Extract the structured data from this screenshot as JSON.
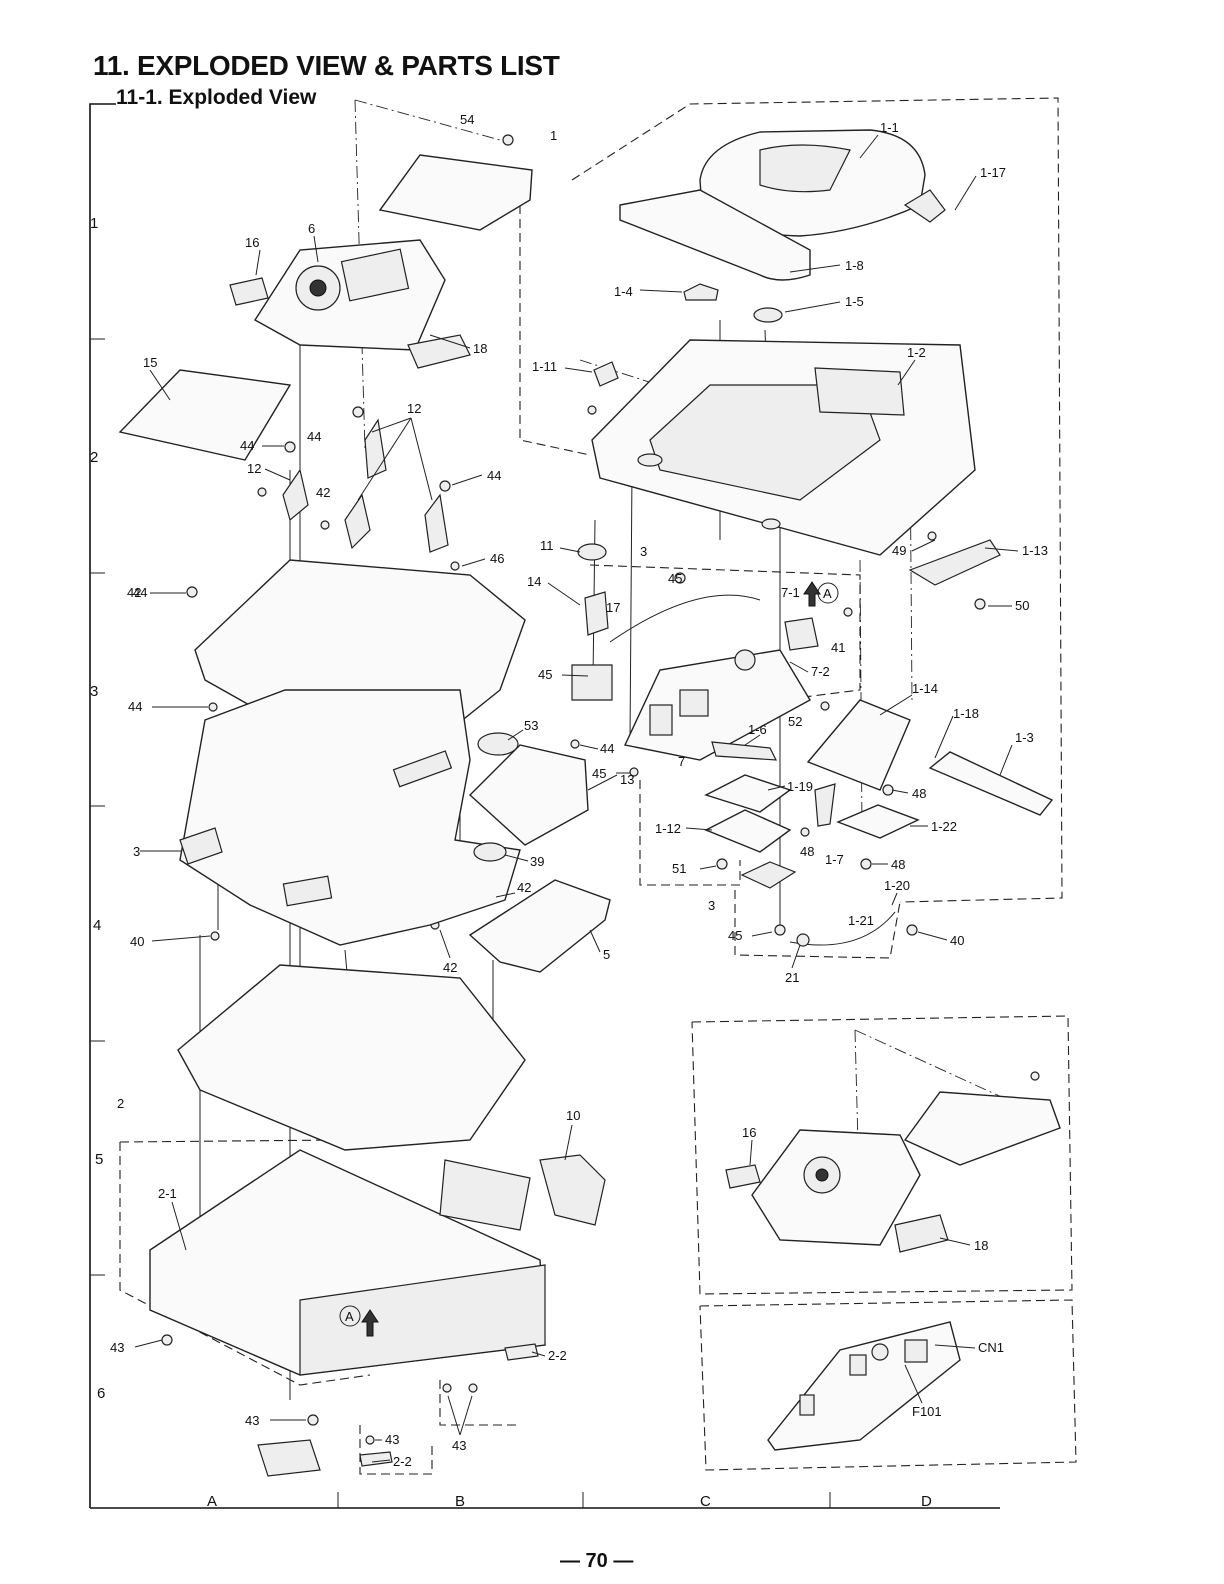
{
  "page": {
    "title": "11. EXPLODED VIEW & PARTS LIST",
    "subtitle": "11-1. Exploded View",
    "page_number": "— 70 —"
  },
  "grid": {
    "rows": [
      "1",
      "2",
      "3",
      "4",
      "5",
      "6"
    ],
    "columns": [
      "A",
      "B",
      "C",
      "D"
    ]
  },
  "callouts": [
    "54",
    "1",
    "1-1",
    "1-17",
    "16",
    "6",
    "1-8",
    "1-4",
    "1-5",
    "18",
    "15",
    "1-11",
    "1-2",
    "12",
    "44",
    "44",
    "44",
    "12",
    "42",
    "44",
    "46",
    "11",
    "3",
    "45",
    "1-13",
    "49",
    "42",
    "14",
    "17",
    "7-1",
    "41",
    "50",
    "45",
    "7-2",
    "1-14",
    "44",
    "53",
    "52",
    "1-18",
    "1-3",
    "44",
    "1-6",
    "45",
    "7",
    "13",
    "1-19",
    "48",
    "1-12",
    "48",
    "1-7",
    "1-22",
    "3",
    "39",
    "51",
    "48",
    "1-20",
    "42",
    "3",
    "40",
    "5",
    "1-21",
    "45",
    "40",
    "42",
    "21",
    "10",
    "2",
    "2-1",
    "16",
    "18",
    "43",
    "2-2",
    "CN1",
    "F101",
    "43",
    "43",
    "43",
    "2-2"
  ]
}
